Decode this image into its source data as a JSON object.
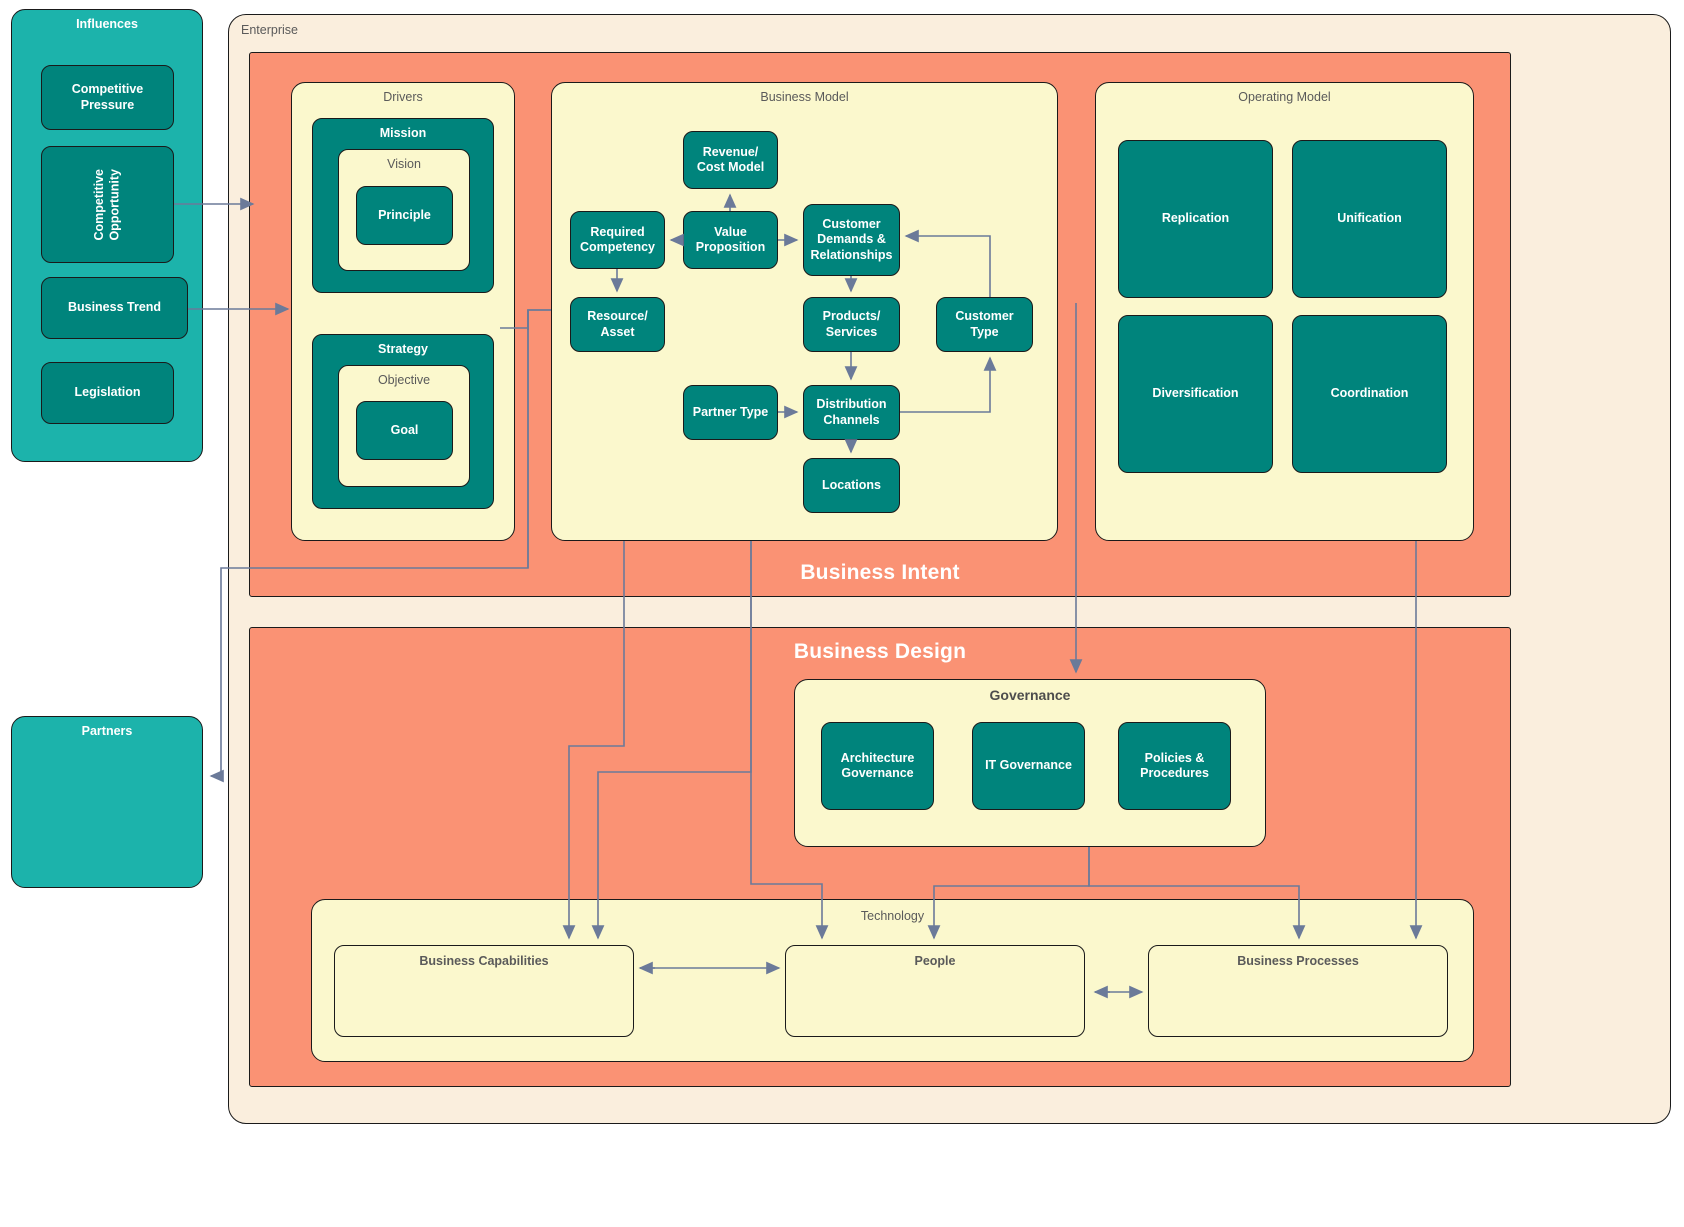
{
  "colors": {
    "teal_light": "#1cb3ab",
    "teal_dark": "#00847c",
    "cream": "#faeedd",
    "salmon": "#fa9274",
    "lemon": "#fbf8cd",
    "outline": "#1a1a1a",
    "connector": "#6b7a99",
    "label_dark": "#5a5a5a",
    "label_white": "#ffffff"
  },
  "influences": {
    "title": "Influences",
    "items": [
      {
        "label": "Competitive Pressure"
      },
      {
        "label": "Competitive\nOpportunity"
      },
      {
        "label": "Business Trend"
      },
      {
        "label": "Legislation"
      }
    ]
  },
  "partners": {
    "title": "Partners"
  },
  "enterprise": {
    "title": "Enterprise",
    "intent_banner": "Business Intent",
    "design_banner": "Business Design"
  },
  "drivers": {
    "title": "Drivers",
    "mission": {
      "title": "Mission",
      "vision": {
        "title": "Vision",
        "principle": "Principle"
      }
    },
    "strategy": {
      "title": "Strategy",
      "objective": {
        "title": "Objective",
        "goal": "Goal"
      }
    }
  },
  "business_model": {
    "title": "Business Model",
    "nodes": [
      {
        "id": "revenue_cost_model",
        "label": "Revenue/\nCost Model"
      },
      {
        "id": "required_competency",
        "label": "Required\nCompetency"
      },
      {
        "id": "value_proposition",
        "label": "Value\nProposition"
      },
      {
        "id": "customer_demands",
        "label": "Customer\nDemands &\nRelationships"
      },
      {
        "id": "resource_asset",
        "label": "Resource/\nAsset"
      },
      {
        "id": "products_services",
        "label": "Products/\nServices"
      },
      {
        "id": "customer_type",
        "label": "Customer\nType"
      },
      {
        "id": "partner_type",
        "label": "Partner Type"
      },
      {
        "id": "distribution_channels",
        "label": "Distribution\nChannels"
      },
      {
        "id": "locations",
        "label": "Locations"
      }
    ]
  },
  "operating_model": {
    "title": "Operating Model",
    "cells": [
      {
        "label": "Replication"
      },
      {
        "label": "Unification"
      },
      {
        "label": "Diversification"
      },
      {
        "label": "Coordination"
      }
    ]
  },
  "governance": {
    "title": "Governance",
    "items": [
      {
        "label": "Architecture\nGovernance"
      },
      {
        "label": "IT Governance"
      },
      {
        "label": "Policies &\nProcedures"
      }
    ]
  },
  "technology": {
    "title": "Technology",
    "items": [
      {
        "label": "Business Capabilities"
      },
      {
        "label": "People"
      },
      {
        "label": "Business Processes"
      }
    ]
  }
}
